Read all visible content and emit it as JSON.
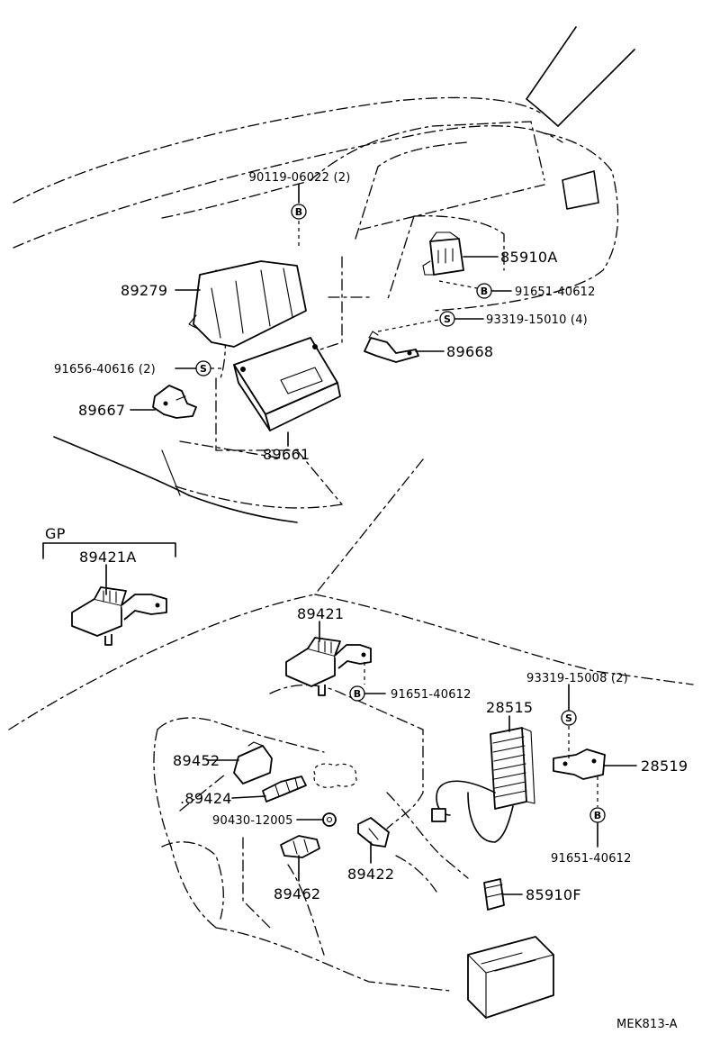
{
  "diagram": {
    "code": "MEK813-A",
    "gp_label": "GP",
    "fastener_symbols": {
      "bolt": "B",
      "screw": "S"
    },
    "parts": {
      "p_90119": "90119-06022 (2)",
      "p_85910A": "85910A",
      "p_91651_top": "91651-40612",
      "p_89279": "89279",
      "p_93319_15010": "93319-15010 (4)",
      "p_89668": "89668",
      "p_91656": "91656-40616 (2)",
      "p_89667": "89667",
      "p_89661": "89661",
      "p_89421A": "89421A",
      "p_89421": "89421",
      "p_91651_mid": "91651-40612",
      "p_93319_15008": "93319-15008 (2)",
      "p_28515": "28515",
      "p_28519": "28519",
      "p_89452": "89452",
      "p_89424": ".89424",
      "p_90430": "90430-12005",
      "p_89422": "89422",
      "p_89462": "89462",
      "p_91651_bot": "91651-40612",
      "p_85910F": "85910F"
    }
  }
}
